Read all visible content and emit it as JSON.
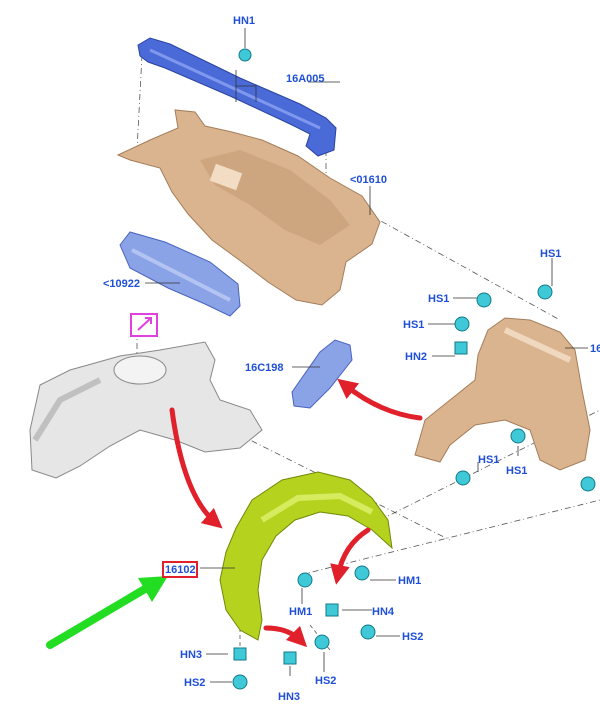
{
  "palette": {
    "label_blue": "#1f4fd8",
    "part_blue": "#4a6ad8",
    "part_tan": "#d9b48f",
    "part_gray": "#e6e6e6",
    "liner_green": "#b5d21e",
    "fastener_cyan": "#3ec8d8",
    "arrow_red": "#e0202a",
    "arrow_green": "#22dd22",
    "icon_magenta": "#e040e0"
  },
  "labels": {
    "hn1_top": "HN1",
    "part_16a005": "16A005",
    "part_01610": "<01610",
    "part_10922": "<10922",
    "hs1_right_top": "HS1",
    "hs1_a": "HS1",
    "hs1_b": "HS1",
    "hn2": "HN2",
    "part_16c198": "16C198",
    "fender_16": "16",
    "hs1_c": "HS1",
    "hs1_d": "HS1",
    "part_16102": "16102",
    "hm1_right": "HM1",
    "hm1_left": "HM1",
    "hn4": "HN4",
    "hs2_right": "HS2",
    "hn3_left": "HN3",
    "hs2_left": "HS2",
    "hn3_bottom": "HN3",
    "hs2_bottom": "HS2"
  },
  "icons": {
    "zoom_link": "external-link-arrow-icon"
  }
}
